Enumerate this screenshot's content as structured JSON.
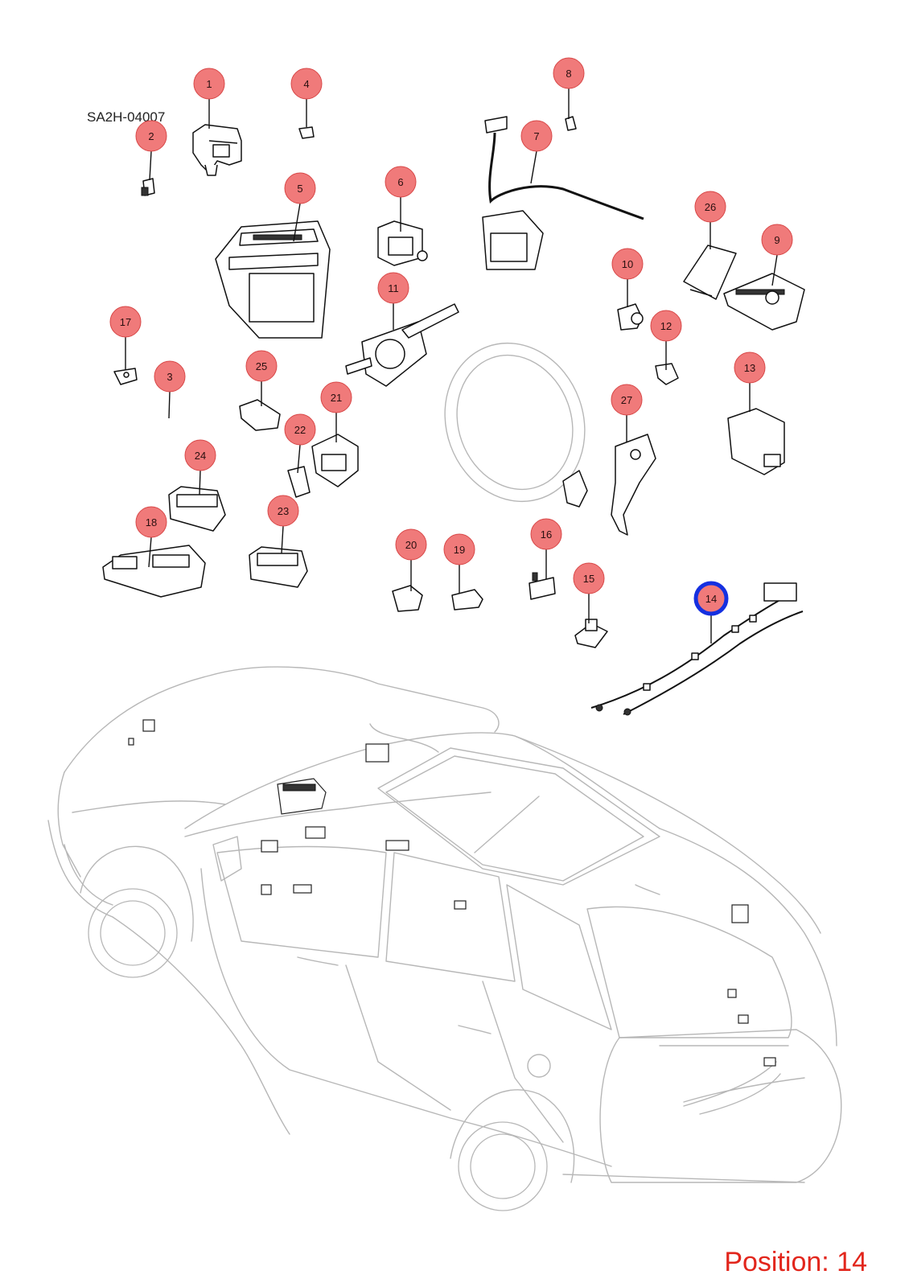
{
  "diagram_code": "SA2H-04007",
  "position_label": "Position: 14",
  "selected_callout": "14",
  "colors": {
    "callout_fill": "#f07a7a",
    "callout_border": "#d84848",
    "selected_border": "#1530e0",
    "position_text": "#e2261c",
    "car_outline": "#b7b7b7"
  },
  "callouts": [
    "1",
    "2",
    "3",
    "4",
    "5",
    "6",
    "7",
    "8",
    "9",
    "10",
    "11",
    "12",
    "13",
    "14",
    "15",
    "16",
    "17",
    "18",
    "19",
    "20",
    "21",
    "22",
    "23",
    "24",
    "25",
    "26",
    "27"
  ]
}
